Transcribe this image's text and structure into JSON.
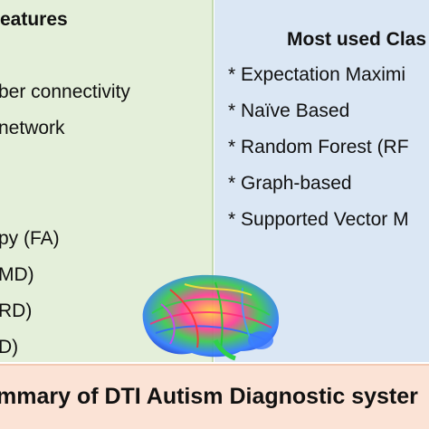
{
  "left": {
    "heading": "eatures",
    "items": [
      "ber connectivity",
      "network",
      "py (FA)",
      "MD)",
      "RD)",
      "D)"
    ]
  },
  "right": {
    "heading": "Most used Clas",
    "items": [
      "* Expectation Maximi",
      "* Naïve Based",
      "* Random Forest (RF",
      "* Graph-based",
      "* Supported Vector M"
    ]
  },
  "banner": {
    "title": "mmary of DTI Autism Diagnostic syster"
  },
  "colors": {
    "left_bg": "#e4efda",
    "right_bg": "#dbe7f4",
    "banner_bg": "#fbe3d6"
  },
  "icons": {
    "brain": "brain-tractography-icon"
  }
}
